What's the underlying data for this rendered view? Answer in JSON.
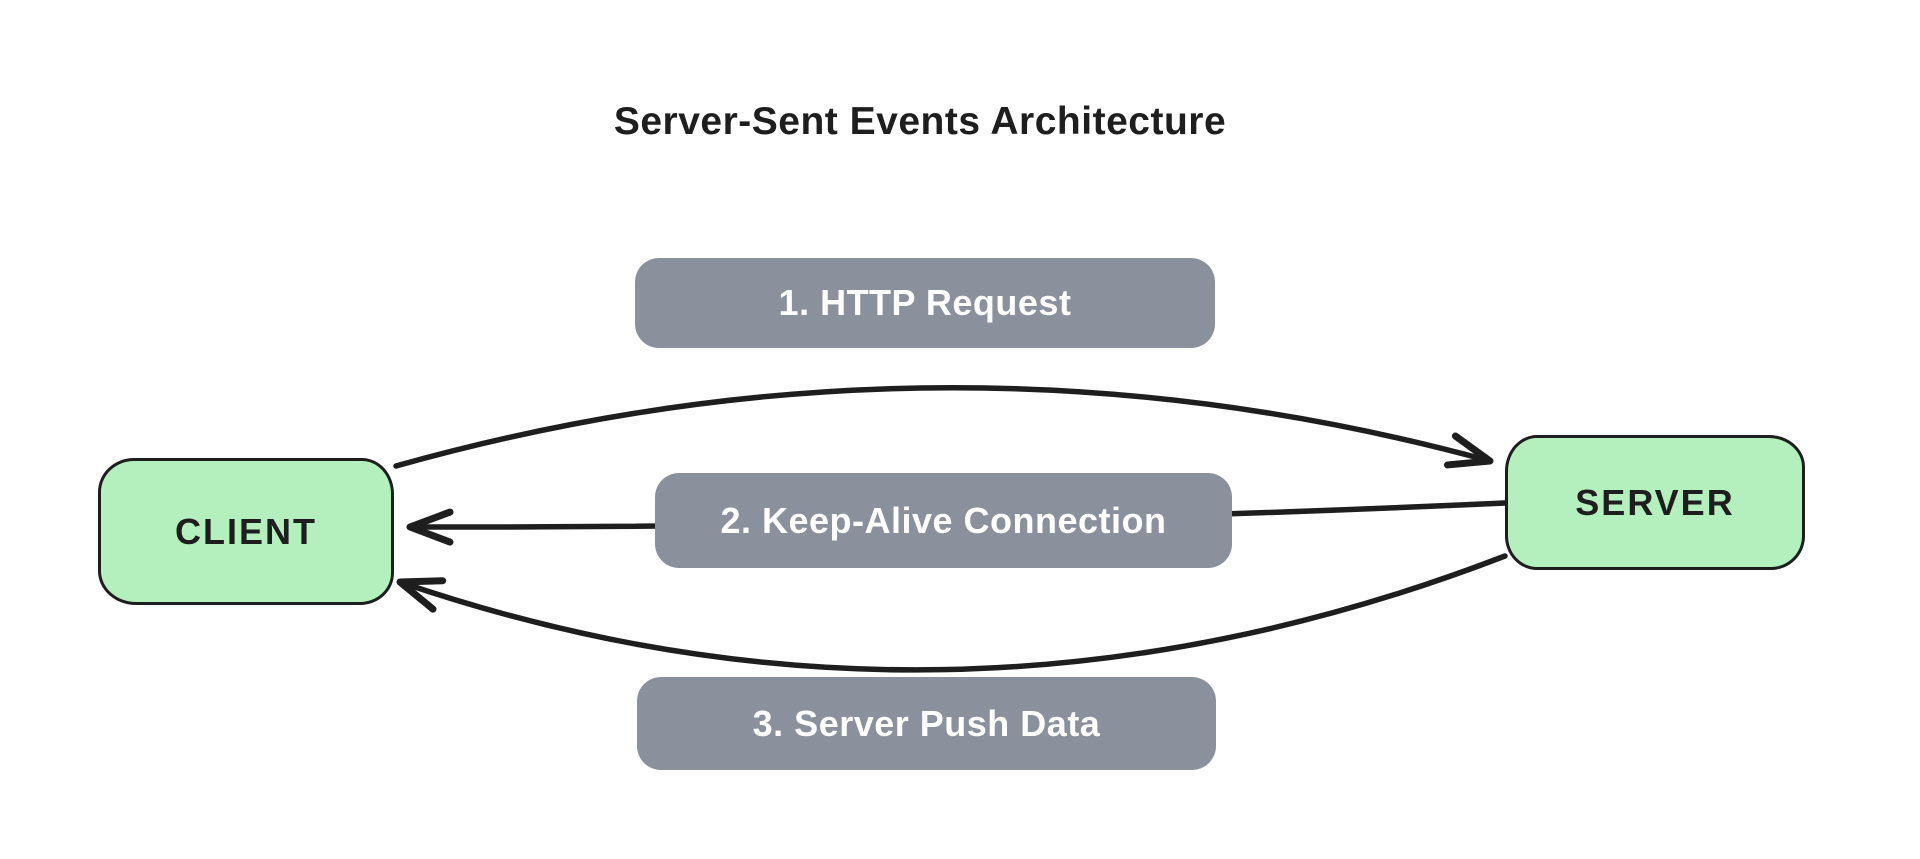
{
  "diagram": {
    "title": "Server-Sent Events Architecture",
    "nodes": {
      "client": {
        "label": "CLIENT"
      },
      "server": {
        "label": "SERVER"
      }
    },
    "steps": [
      {
        "order": 1,
        "label": "1. HTTP Request",
        "from": "client",
        "to": "server"
      },
      {
        "order": 2,
        "label": "2. Keep-Alive Connection",
        "from": "server",
        "to": "client"
      },
      {
        "order": 3,
        "label": "3. Server Push Data",
        "from": "server",
        "to": "client"
      }
    ],
    "colors": {
      "background": "#ffffff",
      "node_fill": "#b4f0bd",
      "node_stroke": "#1e1e1e",
      "label_fill": "#8b919c",
      "label_text": "#ffffff",
      "arrow_stroke": "#1e1e1e",
      "title_text": "#1e1e1e"
    }
  }
}
